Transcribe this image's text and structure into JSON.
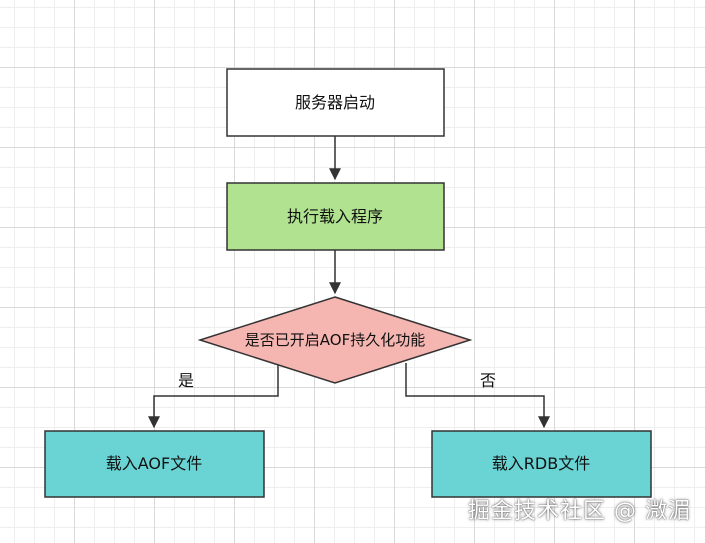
{
  "nodes": {
    "start": {
      "label": "服务器启动",
      "fill": "#ffffff"
    },
    "execute": {
      "label": "执行载入程序",
      "fill": "#b0e28f"
    },
    "decision": {
      "label": "是否已开启AOF持久化功能",
      "fill": "#f5b5b1"
    },
    "load_aof": {
      "label": "载入AOF文件",
      "fill": "#6ad4d4"
    },
    "load_rdb": {
      "label": "载入RDB文件",
      "fill": "#6ad4d4"
    }
  },
  "edges": {
    "yes_label": "是",
    "no_label": "否"
  },
  "watermark": "掘金技术社区 @ 溦湄",
  "colors": {
    "stroke": "#333333",
    "grid": "#d9d9d9"
  }
}
